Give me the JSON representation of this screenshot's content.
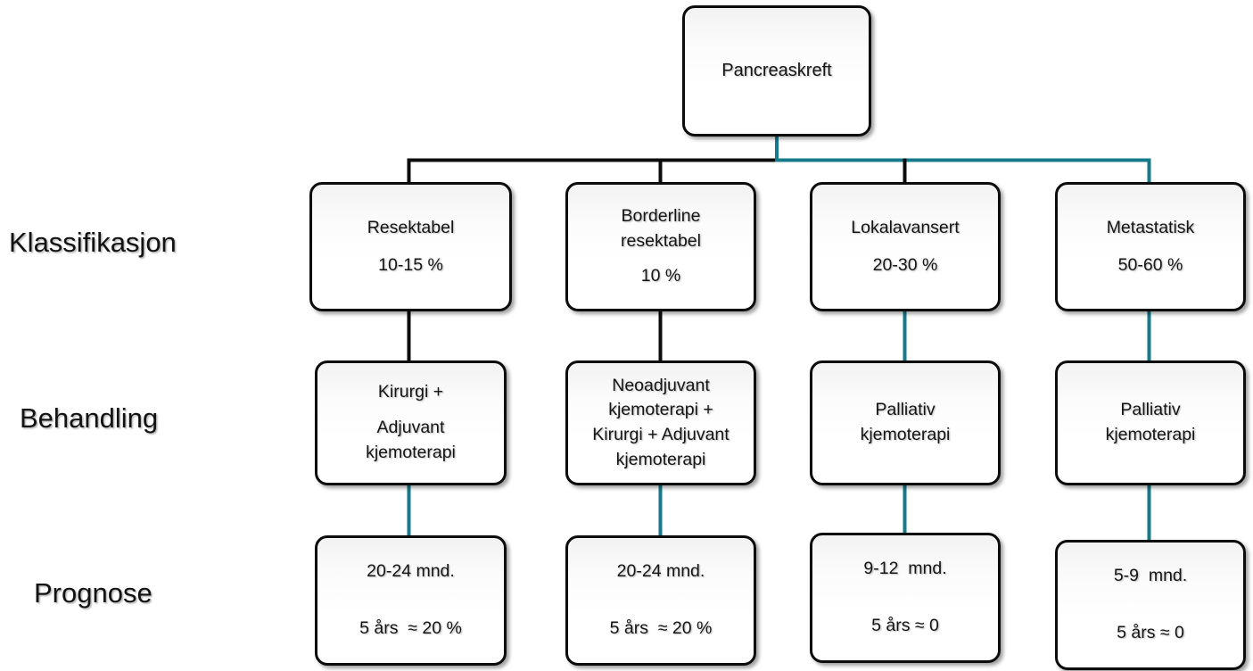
{
  "diagram": {
    "title": "Pancreaskreft",
    "language": "no",
    "colors": {
      "outline": "#0c0c0c",
      "box_fill": "#ffffff",
      "connector_black": "#0c0c0c",
      "connector_teal": "#157a8c",
      "text": "#151515"
    },
    "row_labels": [
      {
        "id": "klassifikasjon",
        "text": "Klassifikasjon"
      },
      {
        "id": "behandling",
        "text": "Behandling"
      },
      {
        "id": "prognose",
        "text": "Prognose"
      }
    ],
    "root": {
      "id": "pancreaskreft",
      "lines": [
        "Pancreaskreft"
      ]
    },
    "columns": [
      {
        "id": "resektabel",
        "klassifikasjon": {
          "lines": [
            "Resektabel",
            "10-15 %"
          ]
        },
        "behandling": {
          "lines": [
            "Kirurgi +",
            "Adjuvant",
            "kjemoterapi"
          ]
        },
        "prognose": {
          "lines": [
            "20-24 mnd.",
            "5 års  ≈ 20 %"
          ]
        }
      },
      {
        "id": "borderline-resektabel",
        "klassifikasjon": {
          "lines": [
            "Borderline",
            "resektabel",
            "10 %"
          ]
        },
        "behandling": {
          "lines": [
            "Neoadjuvant",
            "kjemoterapi +",
            "Kirurgi + Adjuvant",
            "kjemoterapi"
          ]
        },
        "prognose": {
          "lines": [
            "20-24 mnd.",
            "5 års  ≈ 20 %"
          ]
        }
      },
      {
        "id": "lokalavansert",
        "klassifikasjon": {
          "lines": [
            "Lokalavansert",
            "20-30 %"
          ]
        },
        "behandling": {
          "lines": [
            "Palliativ",
            "kjemoterapi"
          ]
        },
        "prognose": {
          "lines": [
            "9-12  mnd.",
            "5 års ≈ 0"
          ]
        }
      },
      {
        "id": "metastatisk",
        "klassifikasjon": {
          "lines": [
            "Metastatisk",
            "50-60 %"
          ]
        },
        "behandling": {
          "lines": [
            "Palliativ",
            "kjemoterapi"
          ]
        },
        "prognose": {
          "lines": [
            "5-9  mnd.",
            "5 års ≈ 0"
          ]
        }
      }
    ]
  }
}
